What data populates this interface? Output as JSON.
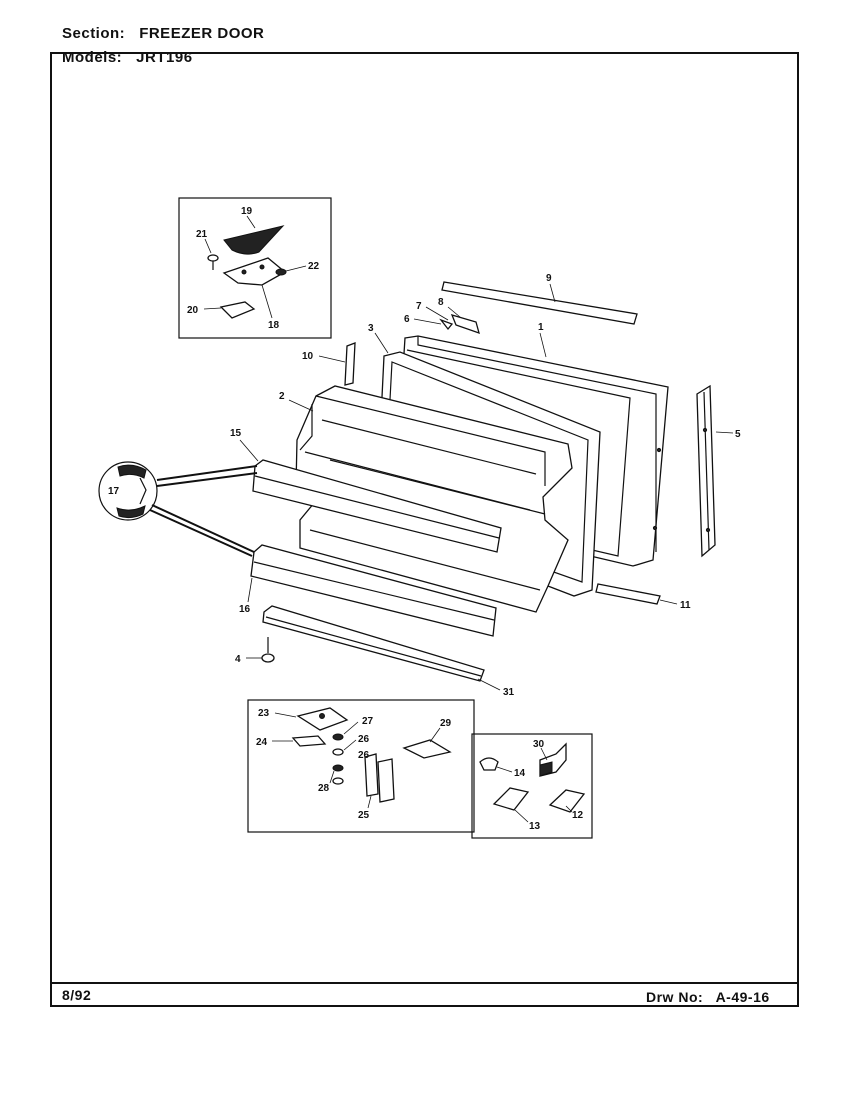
{
  "header": {
    "section_label": "Section:",
    "section_value": "FREEZER DOOR",
    "models_label": "Models:",
    "models_value": "JRT196"
  },
  "footer": {
    "date": "8/92",
    "drawing_label": "Drw No:",
    "drawing_number": "A-49-16"
  },
  "callouts": {
    "c1": "1",
    "c2": "2",
    "c3": "3",
    "c4": "4",
    "c5": "5",
    "c6": "6",
    "c7": "7",
    "c8": "8",
    "c9": "9",
    "c10": "10",
    "c11": "11",
    "c12": "12",
    "c13": "13",
    "c14": "14",
    "c15": "15",
    "c16": "16",
    "c17": "17",
    "c18": "18",
    "c19": "19",
    "c20": "20",
    "c21": "21",
    "c22": "22",
    "c23": "23",
    "c24": "24",
    "c25": "25",
    "c26": "26",
    "c27": "27",
    "c28": "28",
    "c29": "29",
    "c30": "30",
    "c31": "31"
  }
}
